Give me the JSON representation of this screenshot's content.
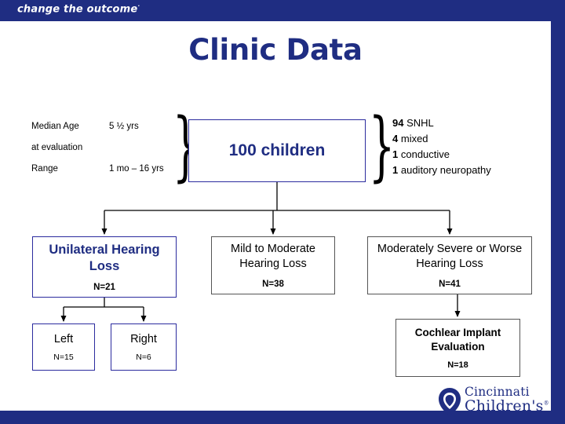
{
  "branding": {
    "tagline": "change the outcome",
    "tagline_mark": "·",
    "banner_color": "#1f2d82",
    "logo_line1": "Cincinnati",
    "logo_line2": "Children's",
    "logo_registered": "®"
  },
  "page": {
    "title": "Clinic Data",
    "title_color": "#1f2d82"
  },
  "stats": {
    "median_age_label": "Median Age",
    "median_age_sub_label": "at evaluation",
    "median_age_value": "5 ½ yrs",
    "range_label": "Range",
    "range_value": "1 mo – 16 yrs"
  },
  "flow": {
    "total": {
      "title": "100 children"
    },
    "unilateral": {
      "title": "Unilateral Hearing Loss",
      "count": "N=21"
    },
    "mild": {
      "title": "Mild to Moderate Hearing Loss",
      "count": "N=38"
    },
    "severe": {
      "title": "Moderately Severe or Worse Hearing Loss",
      "count": "N=41"
    },
    "left": {
      "title": "Left",
      "count": "N=15"
    },
    "right": {
      "title": "Right",
      "count": "N=6"
    },
    "cochlear": {
      "title": "Cochlear Implant Evaluation",
      "count": "N=18"
    }
  },
  "etiology": {
    "items": [
      {
        "count": "94",
        "label": "SNHL"
      },
      {
        "count": "4",
        "label": "mixed"
      },
      {
        "count": "1",
        "label": "conductive"
      },
      {
        "count": "1",
        "label": "auditory neuropathy"
      }
    ]
  },
  "braces": {
    "left_glyph": "}",
    "right_glyph": "}"
  }
}
